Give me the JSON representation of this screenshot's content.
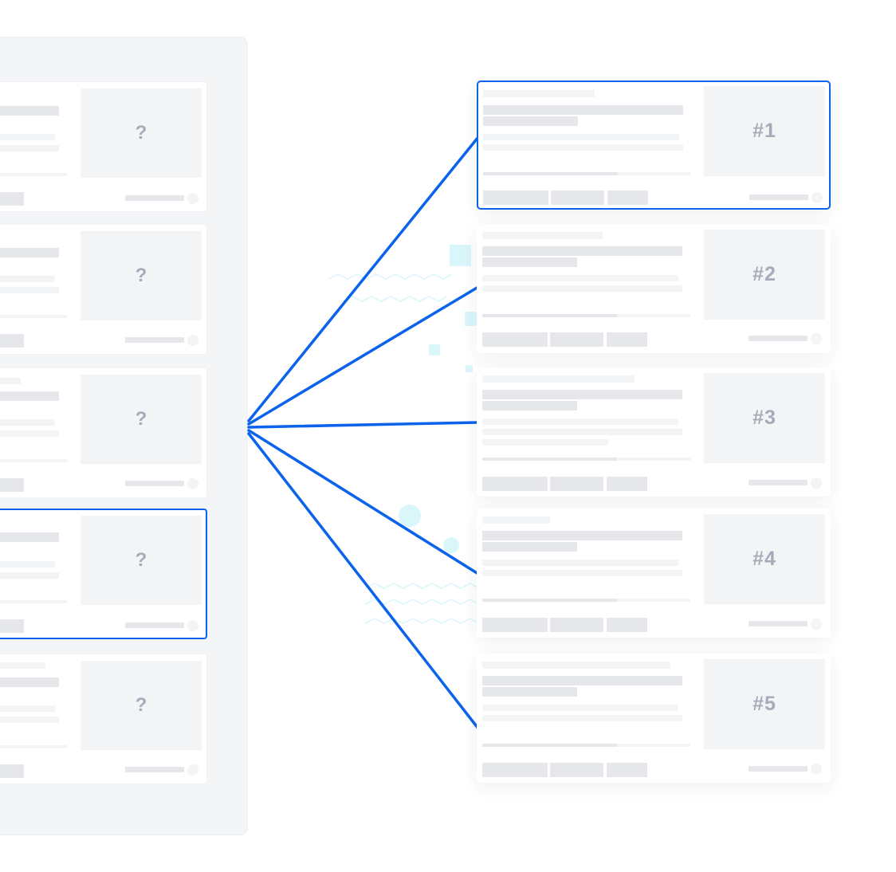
{
  "unranked_items": [
    {
      "label": "?"
    },
    {
      "label": "?"
    },
    {
      "label": "?"
    },
    {
      "label": "?",
      "selected": true
    },
    {
      "label": "?"
    }
  ],
  "ranked_items": [
    {
      "rank": "#1",
      "highlighted": true
    },
    {
      "rank": "#2"
    },
    {
      "rank": "#3"
    },
    {
      "rank": "#4"
    },
    {
      "rank": "#5"
    }
  ],
  "colors": {
    "accent": "#0a63ea",
    "panel": "#f4f5f7",
    "placeholder": "#eceef1",
    "decor": "#d9f6fb",
    "label": "#a5abb9"
  }
}
